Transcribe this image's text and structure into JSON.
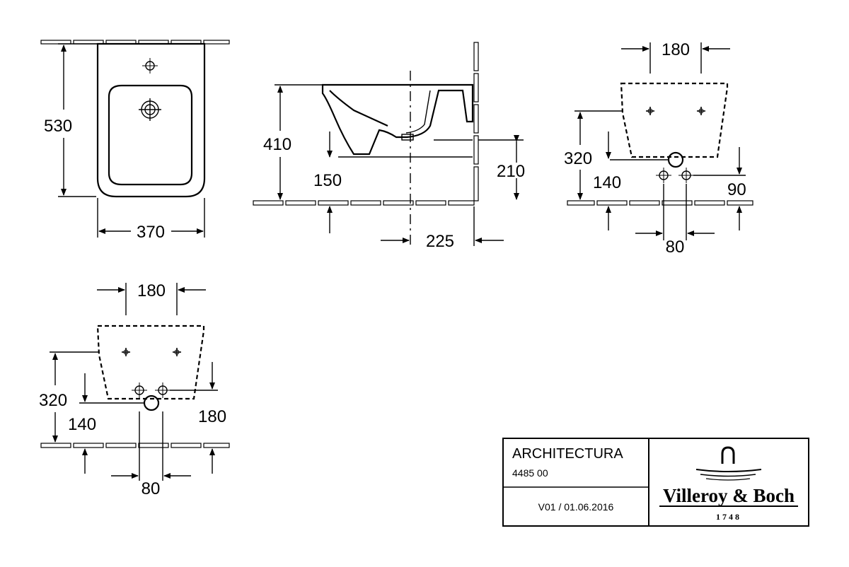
{
  "top_view": {
    "depth": "530",
    "width": "370"
  },
  "side_view": {
    "height": "410",
    "height_low": "150",
    "height_outlet": "210",
    "outlet_offset": "225"
  },
  "rear_view_1": {
    "top_spacing": "180",
    "fixing_height": "320",
    "inlet_height": "140",
    "outlet_height": "90",
    "inlet_spacing": "80"
  },
  "rear_view_2": {
    "top_spacing": "180",
    "fixing_height": "320",
    "inlet_height": "140",
    "outlet_height": "180",
    "inlet_spacing": "80"
  },
  "title_block": {
    "product": "ARCHITECTURA",
    "article": "4485 00",
    "version": "V01 / 01.06.2016",
    "brand": "Villeroy & Boch",
    "year": "1748"
  }
}
